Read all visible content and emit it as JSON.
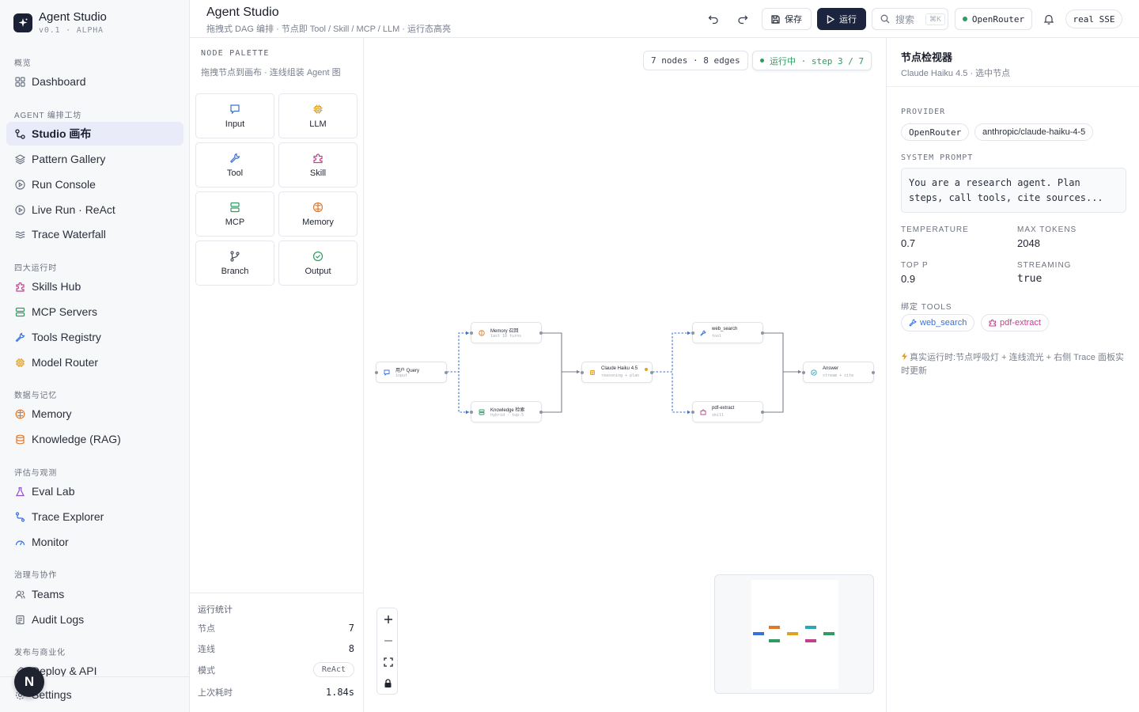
{
  "brand": {
    "title": "Agent Studio",
    "version": "v0.1 · ALPHA"
  },
  "sidebar": {
    "groups": [
      {
        "title": "概览",
        "items": [
          {
            "label": "Dashboard",
            "icon": "grid-icon"
          }
        ]
      },
      {
        "title": "AGENT 编排工坊",
        "items": [
          {
            "label": "Studio 画布",
            "icon": "nodes-icon",
            "active": true
          },
          {
            "label": "Pattern Gallery",
            "icon": "layers-icon"
          },
          {
            "label": "Run Console",
            "icon": "play-circle-icon"
          },
          {
            "label": "Live Run · ReAct",
            "icon": "play-circle-icon"
          },
          {
            "label": "Trace Waterfall",
            "icon": "waves-icon"
          }
        ]
      },
      {
        "title": "四大运行时",
        "items": [
          {
            "label": "Skills Hub",
            "icon": "puzzle-icon"
          },
          {
            "label": "MCP Servers",
            "icon": "server-icon"
          },
          {
            "label": "Tools Registry",
            "icon": "wrench-icon"
          },
          {
            "label": "Model Router",
            "icon": "chip-icon"
          }
        ]
      },
      {
        "title": "数据与记忆",
        "items": [
          {
            "label": "Memory",
            "icon": "brain-icon"
          },
          {
            "label": "Knowledge (RAG)",
            "icon": "database-icon"
          }
        ]
      },
      {
        "title": "评估与观测",
        "items": [
          {
            "label": "Eval Lab",
            "icon": "flask-icon"
          },
          {
            "label": "Trace Explorer",
            "icon": "route-icon"
          },
          {
            "label": "Monitor",
            "icon": "gauge-icon"
          }
        ]
      },
      {
        "title": "治理与协作",
        "items": [
          {
            "label": "Teams",
            "icon": "users-icon"
          },
          {
            "label": "Audit Logs",
            "icon": "log-icon"
          }
        ]
      },
      {
        "title": "发布与商业化",
        "items": [
          {
            "label": "Deploy & API",
            "icon": "rocket-icon"
          },
          {
            "label": "Settings",
            "icon": "gear-icon"
          }
        ]
      }
    ],
    "avatar": "N"
  },
  "header": {
    "title": "Agent Studio",
    "subtitle": "拖拽式 DAG 编排 · 节点即 Tool / Skill / MCP / LLM · 运行态高亮",
    "save": "保存",
    "run": "运行",
    "search_placeholder": "搜索",
    "search_kbd": "⌘K",
    "provider": "OpenRouter",
    "mode": "real SSE"
  },
  "palette": {
    "heading": "NODE PALETTE",
    "subtitle": "拖拽节点到画布 · 连线组装 Agent 图",
    "nodes": [
      {
        "label": "Input",
        "icon": "message-icon",
        "color": "#3b6fd8"
      },
      {
        "label": "LLM",
        "icon": "chip-icon",
        "color": "#e0a022"
      },
      {
        "label": "Tool",
        "icon": "wrench-icon",
        "color": "#3b6fd8"
      },
      {
        "label": "Skill",
        "icon": "puzzle-icon",
        "color": "#c2418f"
      },
      {
        "label": "MCP",
        "icon": "server-icon",
        "color": "#2f9a63"
      },
      {
        "label": "Memory",
        "icon": "brain-icon",
        "color": "#e0782a"
      },
      {
        "label": "Branch",
        "icon": "branch-icon",
        "color": "#4a4f5c"
      },
      {
        "label": "Output",
        "icon": "check-circle-icon",
        "color": "#2f9a63"
      }
    ],
    "stats": {
      "title": "运行统计",
      "rows": [
        {
          "label": "节点",
          "value": "7"
        },
        {
          "label": "连线",
          "value": "8"
        },
        {
          "label": "模式",
          "value": "ReAct"
        },
        {
          "label": "上次耗时",
          "value": "1.84s"
        }
      ]
    }
  },
  "canvas": {
    "counts": "7 nodes · 8 edges",
    "status": "运行中 · step 3 / 7",
    "nodes": [
      {
        "id": "query",
        "title": "用户 Query",
        "sub": "input",
        "color": "#3b6fd8"
      },
      {
        "id": "memory",
        "title": "Memory 召回",
        "sub": "last 10 turns",
        "color": "#e0782a"
      },
      {
        "id": "knowledge",
        "title": "Knowledge 检索",
        "sub": "hybrid · top-5",
        "color": "#2f9a63"
      },
      {
        "id": "llm",
        "title": "Claude Haiku 4.5",
        "sub": "reasoning + plan",
        "color": "#e0a022"
      },
      {
        "id": "websearch",
        "title": "web_search",
        "sub": "tool",
        "color": "#3b6fd8"
      },
      {
        "id": "pdf",
        "title": "pdf-extract",
        "sub": "skill",
        "color": "#c2418f"
      },
      {
        "id": "answer",
        "title": "Answer",
        "sub": "stream + cite",
        "color": "#2aa7b8"
      }
    ]
  },
  "inspector": {
    "title": "节点检视器",
    "subtitle": "Claude Haiku 4.5 · 选中节点",
    "provider_label": "PROVIDER",
    "provider": "OpenRouter",
    "model": "anthropic/claude-haiku-4-5",
    "prompt_label": "SYSTEM PROMPT",
    "prompt": "You are a research agent. Plan steps, call tools, cite sources...",
    "params": [
      {
        "label": "TEMPERATURE",
        "value": "0.7"
      },
      {
        "label": "MAX TOKENS",
        "value": "2048"
      },
      {
        "label": "TOP P",
        "value": "0.9"
      },
      {
        "label": "STREAMING",
        "value": "true"
      }
    ],
    "tools_label": "绑定 TOOLS",
    "tools": [
      {
        "label": "web_search",
        "color": "#3b6fd8"
      },
      {
        "label": "pdf-extract",
        "color": "#c2418f"
      }
    ],
    "note": "真实运行时:节点呼吸灯 + 连线流光 + 右侧 Trace 面板实时更新"
  }
}
